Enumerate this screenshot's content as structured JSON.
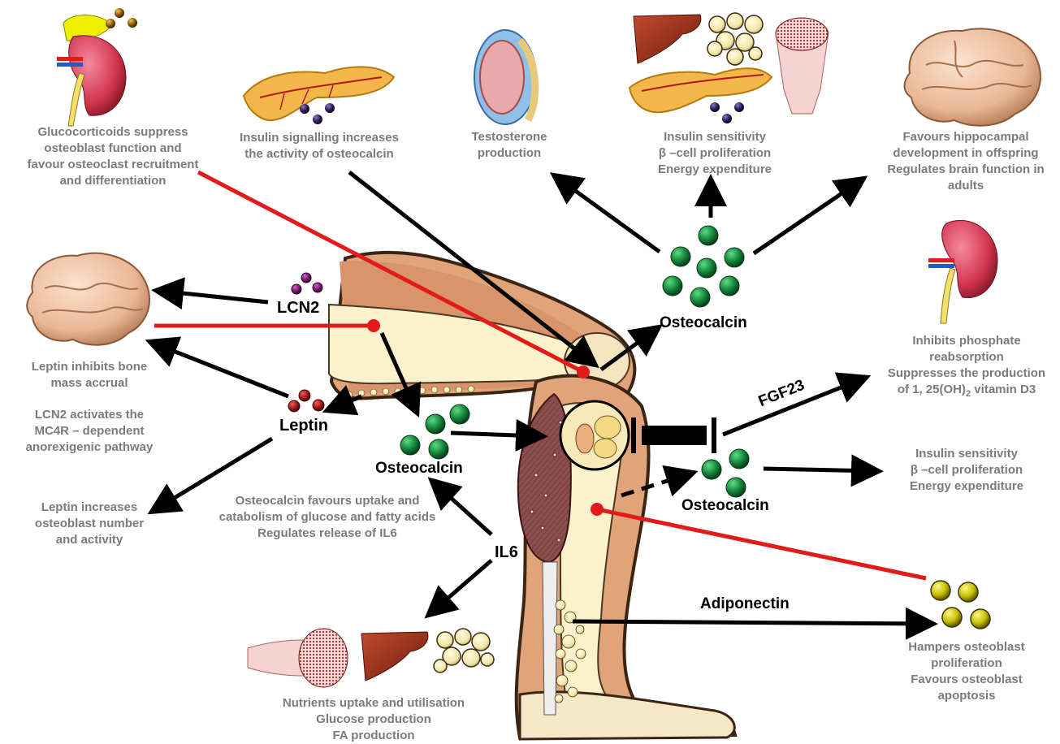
{
  "labels": {
    "lcn2": "LCN2",
    "leptin": "Leptin",
    "osteocalcin": "Osteocalcin",
    "il6": "IL6",
    "fgf23": "FGF23",
    "adiponectin": "Adiponectin"
  },
  "captions": {
    "glucocorticoids": [
      "Glucocorticoids suppress",
      "osteoblast function and",
      "favour osteoclast recruitment",
      "and differentiation"
    ],
    "insulin_signalling": [
      "Insulin signalling increases",
      "the activity of osteocalcin"
    ],
    "testosterone": [
      "Testosterone",
      "production"
    ],
    "insulin_top": [
      "Insulin sensitivity",
      "β –cell proliferation",
      "Energy expenditure"
    ],
    "hippocampal": [
      "Favours hippocampal",
      "development in offspring",
      "Regulates brain function in",
      "adults"
    ],
    "leptin_inhibits": [
      "Leptin inhibits bone",
      "mass accrual"
    ],
    "lcn2_activates": [
      "LCN2 activates the",
      "MC4R – dependent",
      "anorexigenic pathway"
    ],
    "leptin_increases": [
      "Leptin increases",
      "osteoblast number",
      "and activity"
    ],
    "osteocalcin_favours": [
      "Osteocalcin favours uptake and",
      "catabolism of glucose and fatty acids",
      "Regulates release of IL6"
    ],
    "nutrients": [
      "Nutrients uptake and utilisation",
      "Glucose production",
      "FA production"
    ],
    "phosphate": [
      "Inhibits phosphate",
      "reabsorption",
      "Suppresses the production"
    ],
    "vitamin_d": {
      "pre": "of 1, 25(OH)",
      "sub": "2",
      "post": " vitamin D3"
    },
    "insulin_right": [
      "Insulin sensitivity",
      "β –cell proliferation",
      "Energy expenditure"
    ],
    "hampers": [
      "Hampers osteoblast",
      "proliferation",
      "Favours osteoblast",
      "apoptosis"
    ]
  },
  "colors": {
    "caption_text": "#7b7b7b",
    "inhibition_line": "#e21a1a",
    "osteocalcin_dot": "#1a8a3a",
    "leptin_dot": "#a01818",
    "lcn2_dot": "#7a1a6e",
    "insulin_dot": "#2e1a55",
    "adiponectin_dot": "#c8c000",
    "glucocorticoid_dot": "#8a5a00"
  },
  "icons": [
    "adrenal-kidney-icon",
    "pancreas-icon",
    "testis-icon",
    "liver-icon",
    "adipocytes-icon",
    "muscle-fiber-icon",
    "brain-icon",
    "kidney-icon"
  ]
}
